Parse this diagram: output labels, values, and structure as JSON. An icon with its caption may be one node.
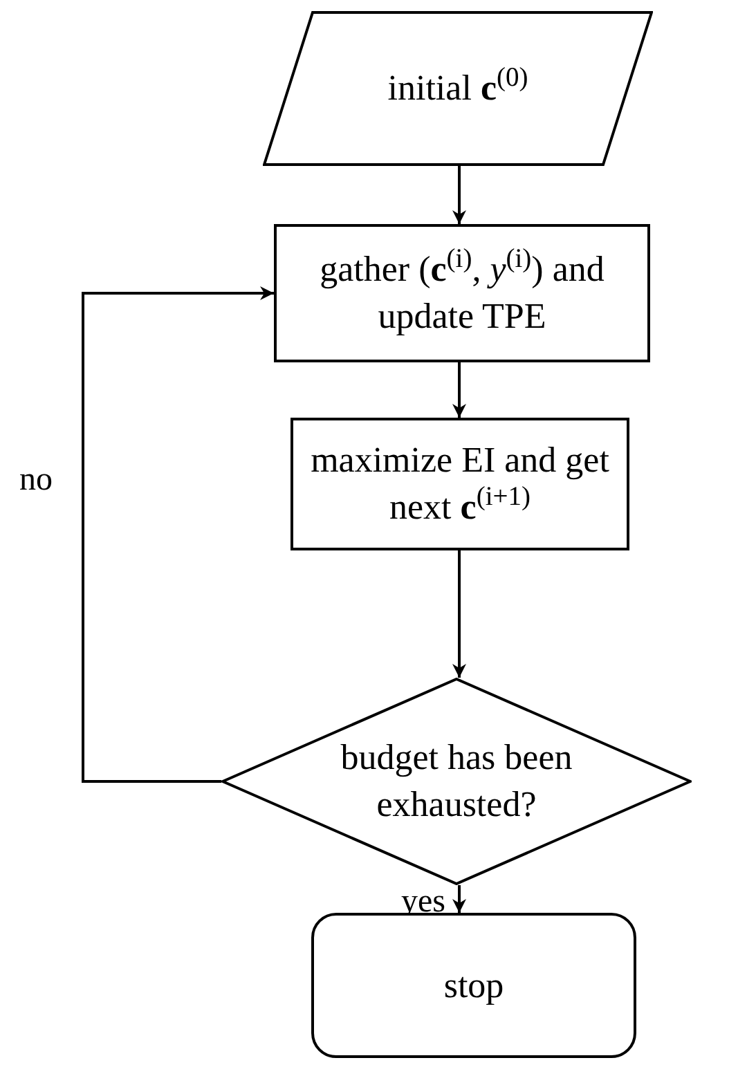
{
  "diagram": {
    "nodes": [
      {
        "text": [
          "initial **c**$^{(0)}$"
        ]
      },
      {
        "text": [
          "gather (**c**$^{(i)}$, *y*$^{(i)}$) and update TPE"
        ]
      },
      {
        "text": [
          "maximize EI and get next **c**$^{(i+1)}$"
        ]
      },
      {
        "text": [
          "budget has been exhausted?"
        ]
      },
      {
        "text": [
          "stop"
        ]
      }
    ],
    "edges": [
      {
        "from": 0,
        "to": 1,
        "arrow": "to"
      },
      {
        "from": 1,
        "to": 2,
        "arrow": "to"
      },
      {
        "from": 2,
        "to": 3,
        "arrow": "to"
      },
      {
        "from": 3,
        "to": 1,
        "arrow": "to",
        "label": "no"
      },
      {
        "from": 3,
        "to": 4,
        "arrow": "to",
        "label": "yes"
      }
    ]
  }
}
